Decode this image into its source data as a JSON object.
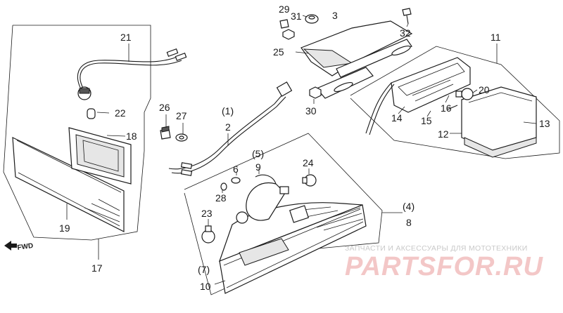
{
  "watermark": {
    "caption": "ЗАПЧАСТИ И АКСЕССУАРЫ ДЛЯ МОТОТЕХНИКИ",
    "brand": "PARTSFOR.RU"
  },
  "direction_marker": "FWD",
  "callouts": {
    "c1": "(1)",
    "c2": "2",
    "c3": "3",
    "c4": "(4)",
    "c5": "(5)",
    "c6": "6",
    "c7": "(7)",
    "c8": "8",
    "c9": "9",
    "c10": "10",
    "c11": "11",
    "c12": "12",
    "c13": "13",
    "c14": "14",
    "c15": "15",
    "c16": "16",
    "c17": "17",
    "c18": "18",
    "c19": "19",
    "c20": "20",
    "c21": "21",
    "c22": "22",
    "c23": "23",
    "c24": "24",
    "c25": "25",
    "c26": "26",
    "c27": "27",
    "c28": "28",
    "c29": "29",
    "c30": "30",
    "c31": "31",
    "c32": "32"
  }
}
